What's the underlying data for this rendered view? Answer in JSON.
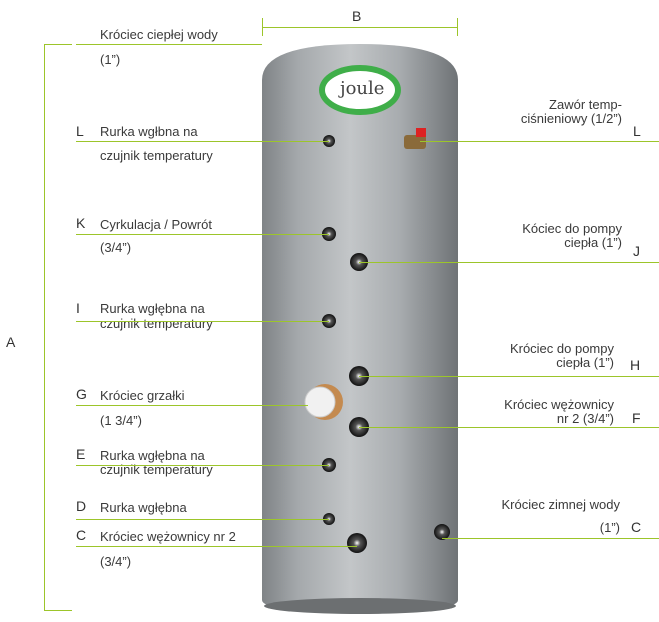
{
  "dimensions": {
    "a": "A",
    "b": "B"
  },
  "left_labels": [
    {
      "letter": "",
      "line1": "Króciec ciepłej wody",
      "line2": "(1”)"
    },
    {
      "letter": "L",
      "line1": "Rurka wgłbna na",
      "line2": "czujnik temperatury"
    },
    {
      "letter": "K",
      "line1": "Cyrkulacja / Powrót",
      "line2": "(3/4”)"
    },
    {
      "letter": "I",
      "line1": "Rurka wgłębna na",
      "line2": "czujnik temperatury"
    },
    {
      "letter": "G",
      "line1": "Króciec grzałki",
      "line2": "(1 3/4”)"
    },
    {
      "letter": "E",
      "line1": "Rurka wgłębna na",
      "line2": "czujnik temperatury"
    },
    {
      "letter": "D",
      "line1": "Rurka wgłębna",
      "line2": ""
    },
    {
      "letter": "C",
      "line1": "Króciec wężownicy nr 2",
      "line2": "(3/4”)"
    }
  ],
  "right_labels": [
    {
      "letter": "L",
      "line1": "Zawór temp-",
      "line2": "ciśnieniowy (1/2”)"
    },
    {
      "letter": "J",
      "line1": "Kóciec do pompy",
      "line2": "ciepła    (1”)"
    },
    {
      "letter": "H",
      "line1": "Króciec do pompy",
      "line2": "ciepła    (1”)"
    },
    {
      "letter": "F",
      "line1": "Króciec wężownicy",
      "line2": "nr 2 (3/4”)"
    },
    {
      "letter": "C",
      "line1": "Króciec zimnej wody",
      "line2": "(1”)"
    }
  ],
  "logo": {
    "text": "joule"
  },
  "colors": {
    "accent": "#9cc52a",
    "tank": "#a9adb0",
    "logo_green": "#3fae49"
  }
}
